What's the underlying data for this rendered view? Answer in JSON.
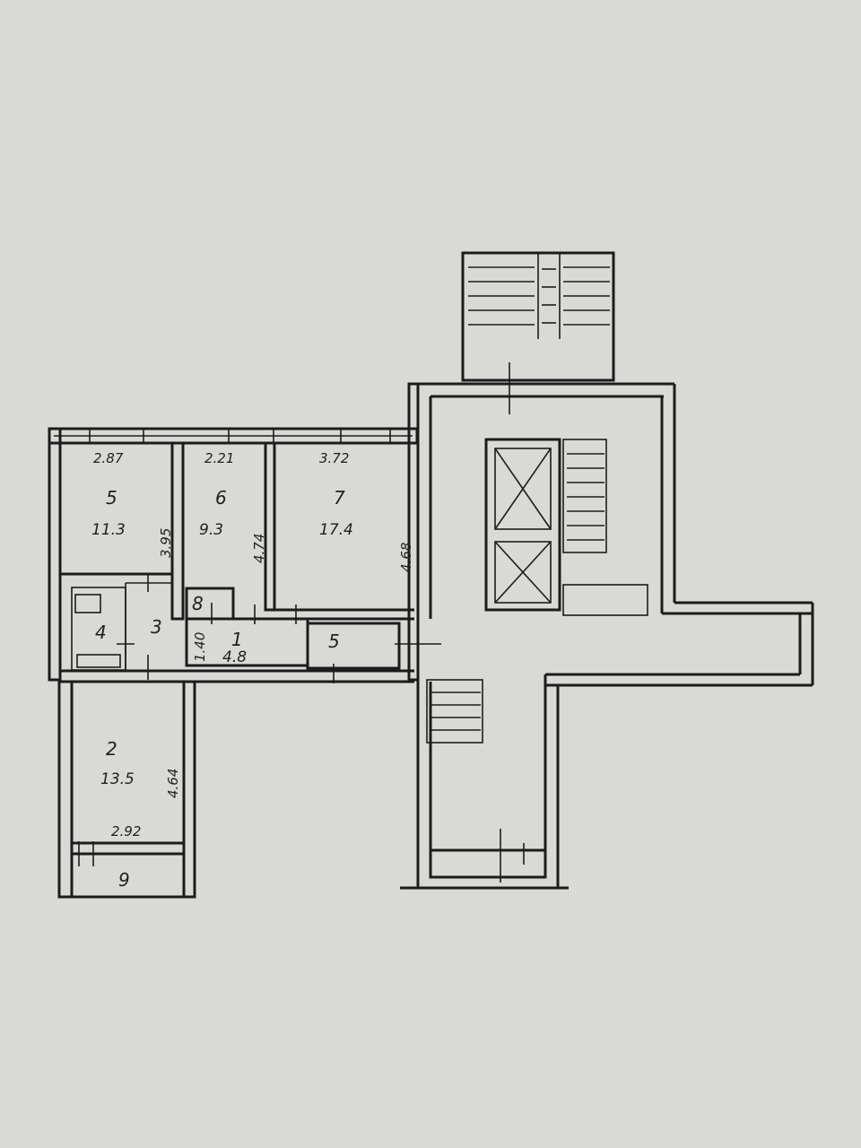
{
  "plan": {
    "ghost_text": [
      "",
      ""
    ],
    "rooms": [
      {
        "id": "room-1",
        "number": "1",
        "area": "4.8"
      },
      {
        "id": "room-2",
        "number": "2",
        "area": "13.5"
      },
      {
        "id": "room-3",
        "number": "3"
      },
      {
        "id": "room-4",
        "number": "4"
      },
      {
        "id": "room-5",
        "number": "5",
        "area": "11.3"
      },
      {
        "id": "room-5b",
        "number": "5"
      },
      {
        "id": "room-6",
        "number": "6",
        "area": "9.3"
      },
      {
        "id": "room-7",
        "number": "7",
        "area": "17.4"
      },
      {
        "id": "room-8",
        "number": "8"
      },
      {
        "id": "room-9",
        "number": "9"
      }
    ],
    "dimensions": {
      "room5_width": "2.87",
      "room6_width": "2.21",
      "room7_width": "3.72",
      "room5_depth": "3.95",
      "room6_depth": "4.74",
      "room7_depth": "4.68",
      "room2_depth": "4.64",
      "room2_width": "2.92",
      "corridor_width": "1.40"
    }
  }
}
